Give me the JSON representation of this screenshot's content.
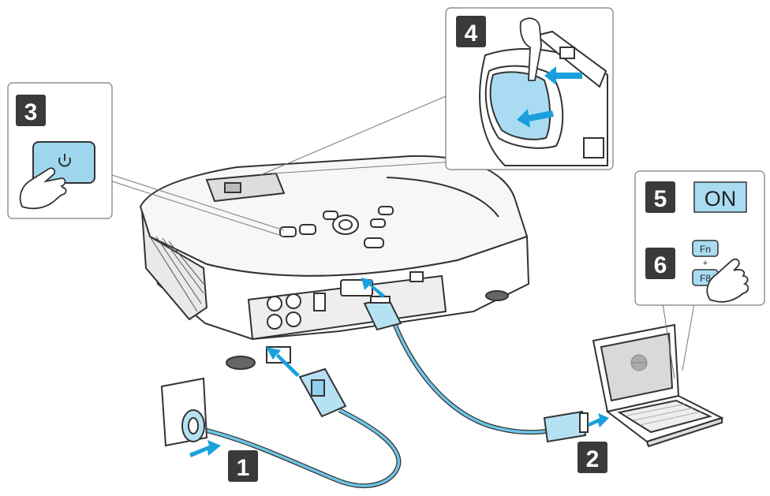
{
  "steps": {
    "s1": "1",
    "s2": "2",
    "s3": "3",
    "s4": "4",
    "s5": "5",
    "s6": "6"
  },
  "labels": {
    "on": "ON",
    "fn_key": "Fn",
    "plus": "+",
    "f8_key": "F8"
  },
  "colors": {
    "badge": "#3a3a3a",
    "cable": "#6fc4e6",
    "arrow": "#1aa0dc",
    "on_bg": "#a9dcf3",
    "outline": "#333333"
  },
  "icons": {
    "power": "power-icon",
    "hand": "pointing-hand-icon",
    "globe": "globe-icon"
  }
}
